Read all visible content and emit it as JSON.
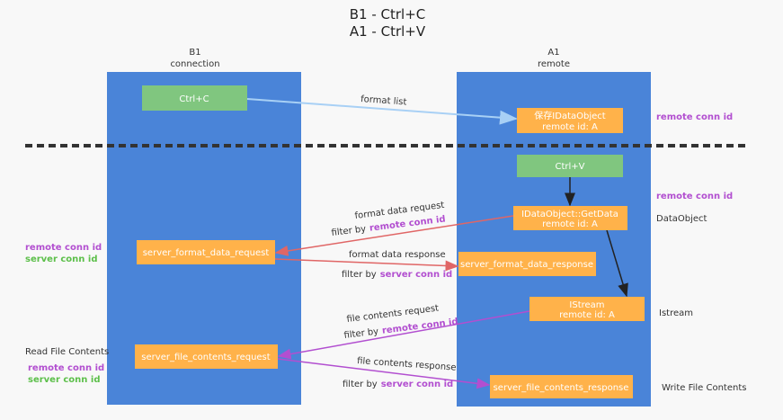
{
  "title": {
    "line1": "B1 - Ctrl+C",
    "line2": "A1 - Ctrl+V"
  },
  "colors": {
    "column": "#4a84d8",
    "box": "#ffb24a",
    "green_box": "#80c67f",
    "purple": "#b24fd0",
    "green_text": "#5cbf4a",
    "red_arrow": "#e06666",
    "blue_arrow": "#a8d0f5"
  },
  "left_column": {
    "name": "B1",
    "sub": "connection"
  },
  "right_column": {
    "name": "A1",
    "sub": "remote"
  },
  "nodes": {
    "ctrl_c": "Ctrl+C",
    "saved_obj": {
      "line1": "保存IDataObject",
      "line2": "remote id: A"
    },
    "ctrl_v": "Ctrl+V",
    "getdata": {
      "line1": "IDataObject::GetData",
      "line2": "remote id: A"
    },
    "fmt_req": "server_format_data_request",
    "fmt_resp": "server_format_data_response",
    "istream": {
      "line1": "IStream",
      "line2": "remote id: A"
    },
    "file_req": "server_file_contents_request",
    "file_resp": "server_file_contents_response"
  },
  "edges": {
    "format_list": "format list",
    "fmt_req": "format data request",
    "fmt_resp": "format data response",
    "file_req": "file contents request",
    "file_resp": "file contents response",
    "filter_by": "filter by",
    "remote_conn_id": "remote conn id",
    "server_conn_id": "server conn id"
  },
  "side_labels": {
    "remote_conn_id": "remote conn id",
    "server_conn_id": "server conn id",
    "data_object": "DataObject",
    "istream": "Istream",
    "read_file_contents": "Read File Contents",
    "write_file_contents": "Write File Contents"
  }
}
